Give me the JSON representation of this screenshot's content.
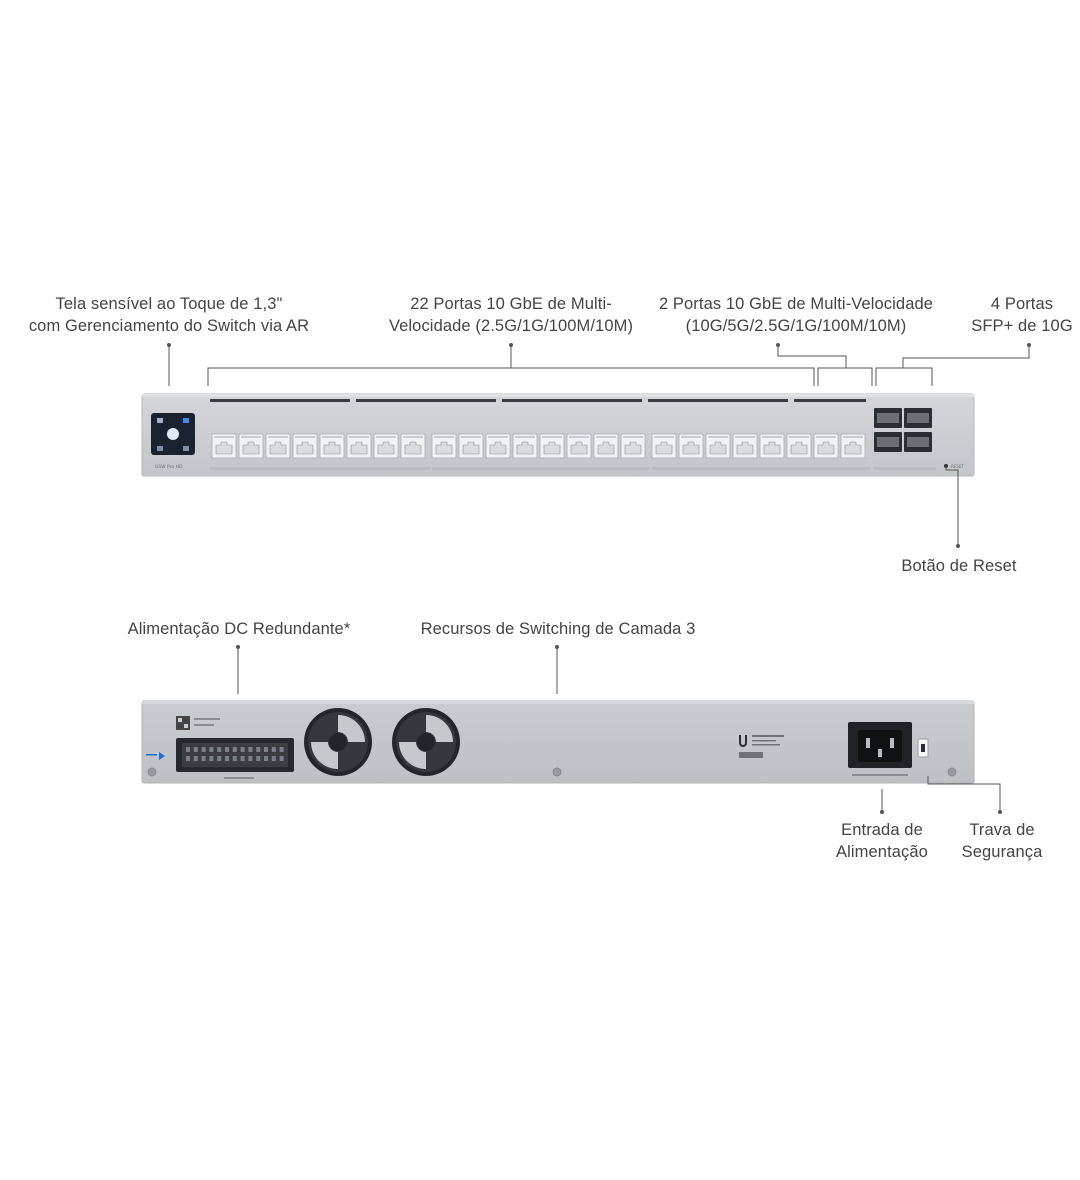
{
  "callouts": {
    "touchscreen": {
      "line1": "Tela sensível ao Toque de 1,3\"",
      "line2": "com Gerenciamento do Switch via AR"
    },
    "ports_22": {
      "line1": "22 Portas 10 GbE de Multi-",
      "line2": "Velocidade (2.5G/1G/100M/10M)"
    },
    "ports_2": {
      "line1": "2 Portas 10 GbE de Multi-Velocidade",
      "line2": "(10G/5G/2.5G/1G/100M/10M)"
    },
    "sfp": {
      "line1": "4 Portas",
      "line2": "SFP+ de 10G"
    },
    "reset": {
      "line1": "Botão de Reset"
    },
    "dc_power": {
      "line1": "Alimentação DC Redundante*"
    },
    "layer3": {
      "line1": "Recursos de Switching de Camada 3"
    },
    "power_input": {
      "line1": "Entrada de",
      "line2": "Alimentação"
    },
    "security_lock": {
      "line1": "Trava de",
      "line2": "Segurança"
    }
  },
  "device": {
    "model_label": "USW Pro HD",
    "reset_label": "RESET",
    "port_count_rj45": 24,
    "port_count_sfp": 4
  },
  "colors": {
    "chassis": "#c6c9cc",
    "chassis_edge": "#aeb2b6",
    "port_body": "#f1f2f3",
    "screen": "#1a2230",
    "accent": "#1e6fd9",
    "leader": "#555555"
  }
}
